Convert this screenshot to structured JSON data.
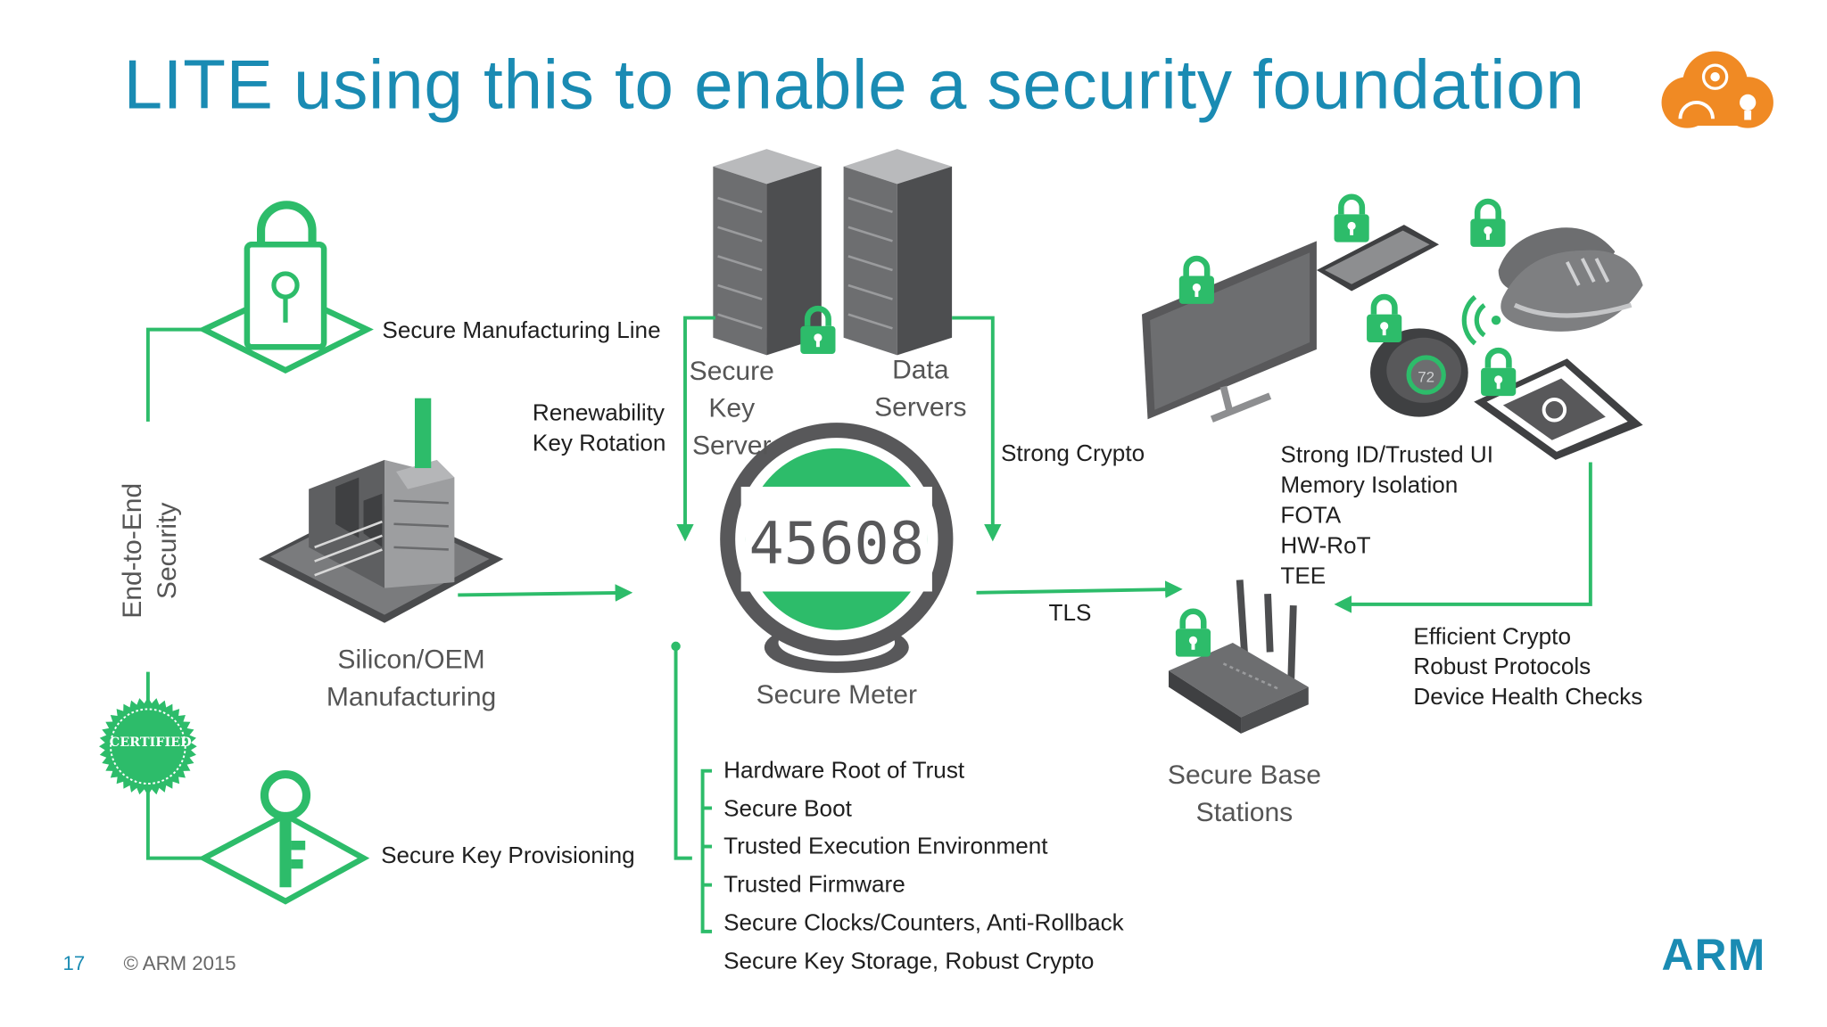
{
  "title": "LITE using this to enable a security foundation",
  "side_label": {
    "line1": "End-to-End",
    "line2": "Security"
  },
  "left": {
    "manufacturing_line": "Secure Manufacturing Line",
    "silicon_line1": "Silicon/OEM",
    "silicon_line2": "Manufacturing",
    "key_provisioning": "Secure Key Provisioning",
    "certified_seal": "CERTIFIED"
  },
  "top": {
    "renewability_line1": "Renewability",
    "renewability_line2": "Key Rotation",
    "key_server": [
      "Secure",
      "Key",
      "Server"
    ],
    "data_servers": [
      "Data",
      "Servers"
    ],
    "strong_crypto": "Strong Crypto"
  },
  "meter": {
    "reading": "45608",
    "label": "Secure Meter"
  },
  "meter_features": [
    "Hardware Root of Trust",
    "Secure Boot",
    "Trusted Execution Environment",
    "Trusted Firmware",
    "Secure Clocks/Counters, Anti-Rollback",
    "Secure Key Storage, Robust Crypto"
  ],
  "tls": "TLS",
  "device_features": [
    "Strong ID/Trusted UI",
    "Memory Isolation",
    "FOTA",
    "HW-RoT",
    "TEE"
  ],
  "base_station": {
    "line1": "Secure Base",
    "line2": "Stations"
  },
  "base_features": [
    "Efficient Crypto",
    "Robust Protocols",
    "Device Health Checks"
  ],
  "thermostat_reading": "72",
  "footer": {
    "page": "17",
    "copyright": "© ARM 2015",
    "logo": "ARM"
  },
  "colors": {
    "accent_green": "#2dbc6a",
    "title_blue": "#1a8bb3",
    "arm_blue": "#1a8bb3",
    "cloud_orange": "#f08a24"
  }
}
